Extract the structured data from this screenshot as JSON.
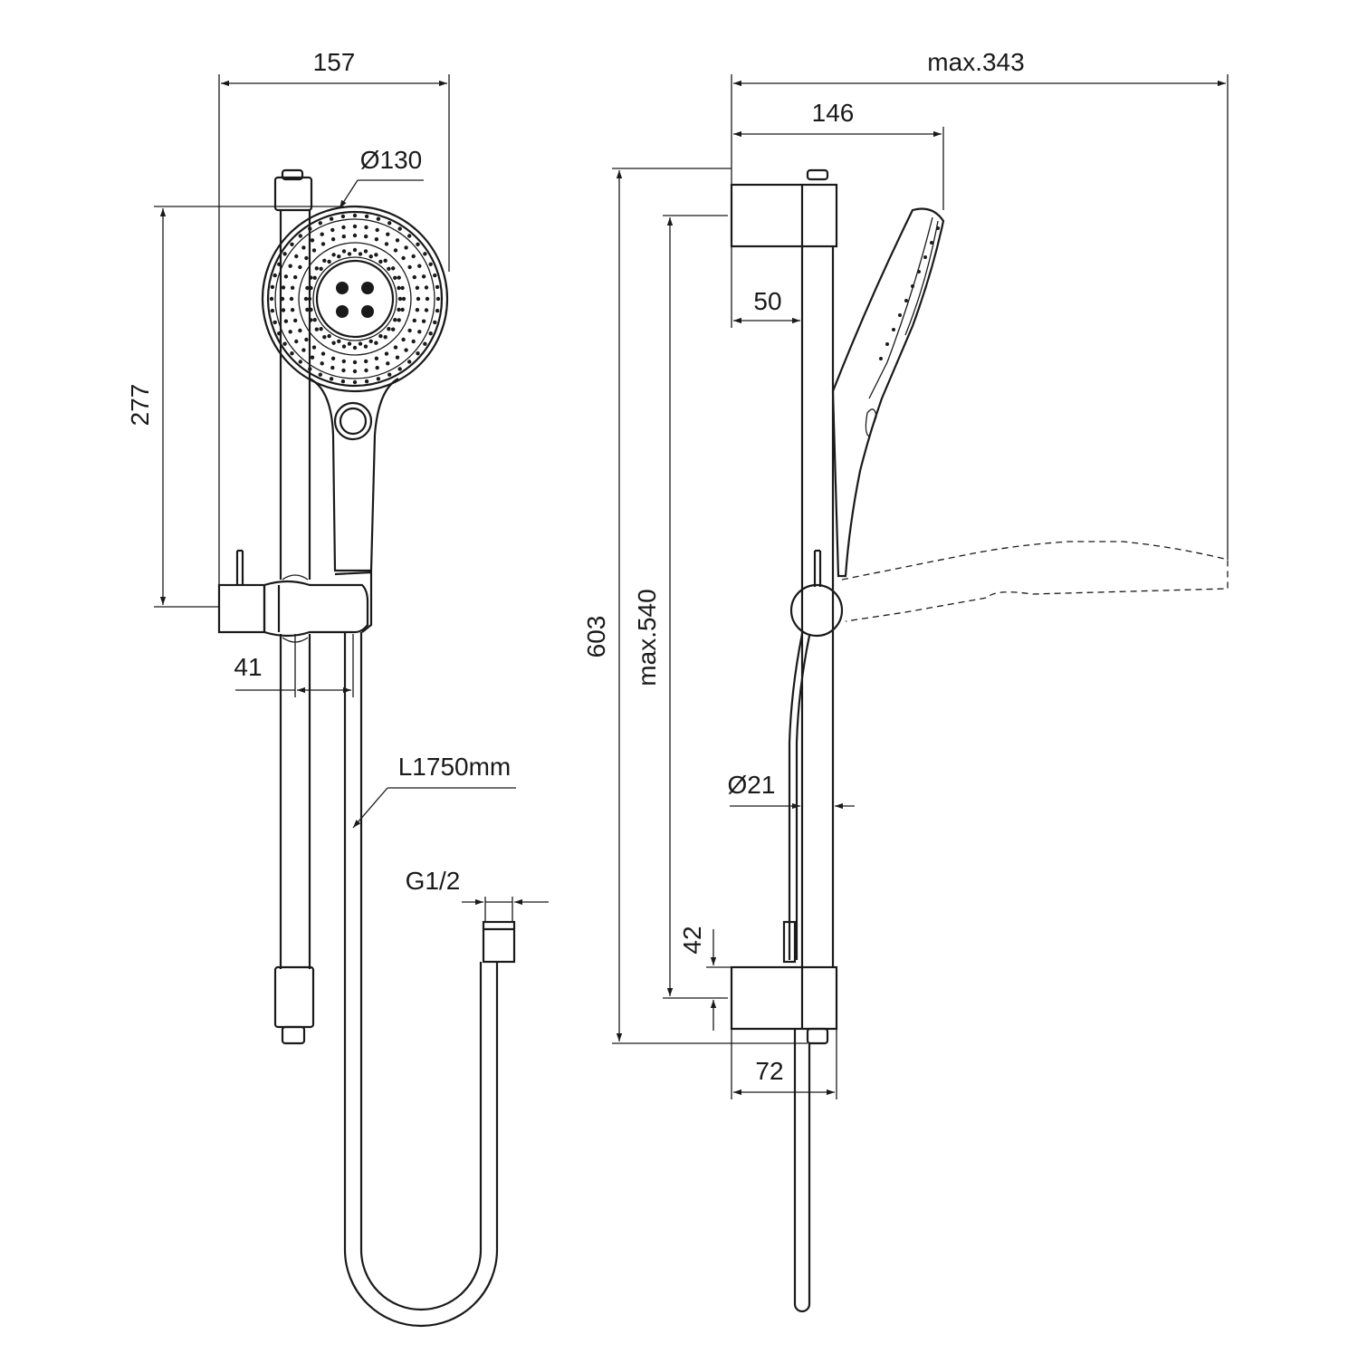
{
  "dimensions": {
    "front_width": "157",
    "head_diameter": "Ø130",
    "handset_height": "277",
    "bar_offset": "41",
    "hose_length": "L1750mm",
    "hose_thread": "G1/2",
    "side_total_width": "max.343",
    "side_handset_width": "146",
    "wall_offset": "50",
    "rail_height": "603",
    "slider_travel": "max.540",
    "rail_diameter": "Ø21",
    "bracket_height": "42",
    "bracket_depth": "72"
  },
  "colors": {
    "line": "#1a1a1a",
    "background": "#ffffff"
  }
}
